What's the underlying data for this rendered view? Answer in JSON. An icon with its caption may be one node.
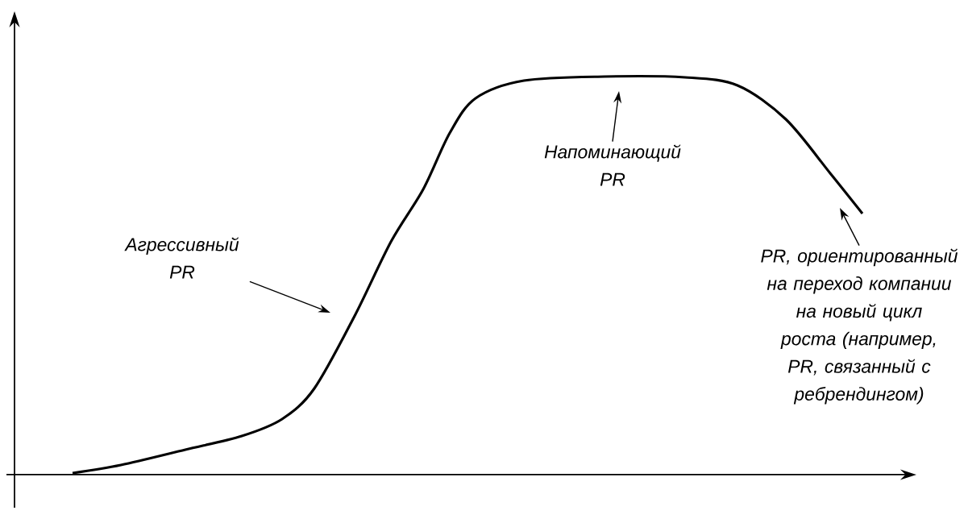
{
  "diagram": {
    "nodes": [
      {
        "text": [
          "Агрессивный PR"
        ]
      },
      {
        "text": [
          "Напоминающий PR"
        ]
      },
      {
        "text": [
          "PR, ориентированный на переход компании на новый цикл роста (например, PR, связанный с ребрендингом)"
        ]
      }
    ],
    "edges": [
      {
        "from": 0,
        "to": null,
        "arrow": "to"
      },
      {
        "from": 1,
        "to": null,
        "arrow": "to"
      },
      {
        "from": 2,
        "to": null,
        "arrow": "to"
      }
    ]
  }
}
